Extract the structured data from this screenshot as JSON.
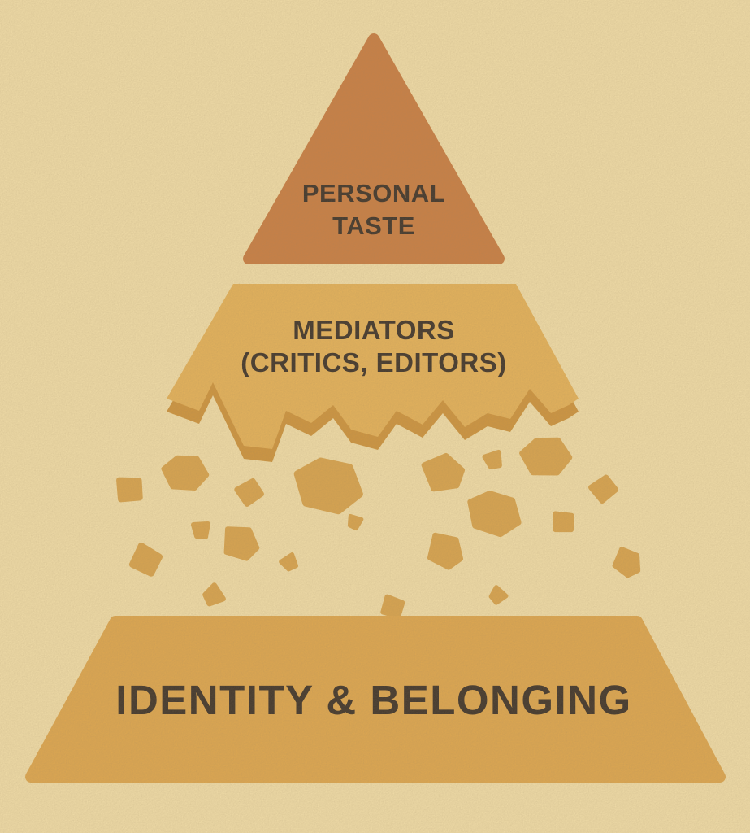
{
  "diagram": {
    "type": "pyramid-hierarchy-diagram",
    "background_color": "#f7e3ad",
    "text_color": "#3d332a",
    "layers": {
      "top": {
        "label_line1": "PERSONAL",
        "label_line2": "TASTE",
        "color": "#cd8044"
      },
      "middle": {
        "label_line1": "MEDIATORS",
        "label_line2": "(CRITICS, EDITORS)",
        "color": "#eab65b",
        "broken_edge_color": "#d2973f"
      },
      "base": {
        "label": "IDENTITY & BELONGING",
        "color": "#e3aa50"
      }
    },
    "debris_color": "#dda74f"
  }
}
